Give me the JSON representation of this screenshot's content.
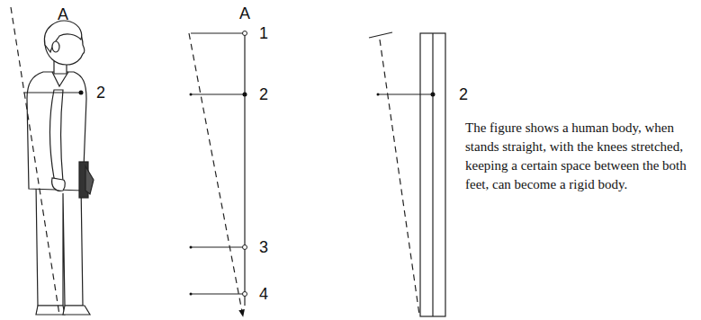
{
  "diagram": {
    "labels": [
      "A",
      "2",
      "A",
      "1",
      "2",
      "3",
      "4",
      "2",
      "The figure shows a human body, when stands straight, with the knees stretched, keeping a certain space between the both feet, can become a rigid body."
    ]
  }
}
